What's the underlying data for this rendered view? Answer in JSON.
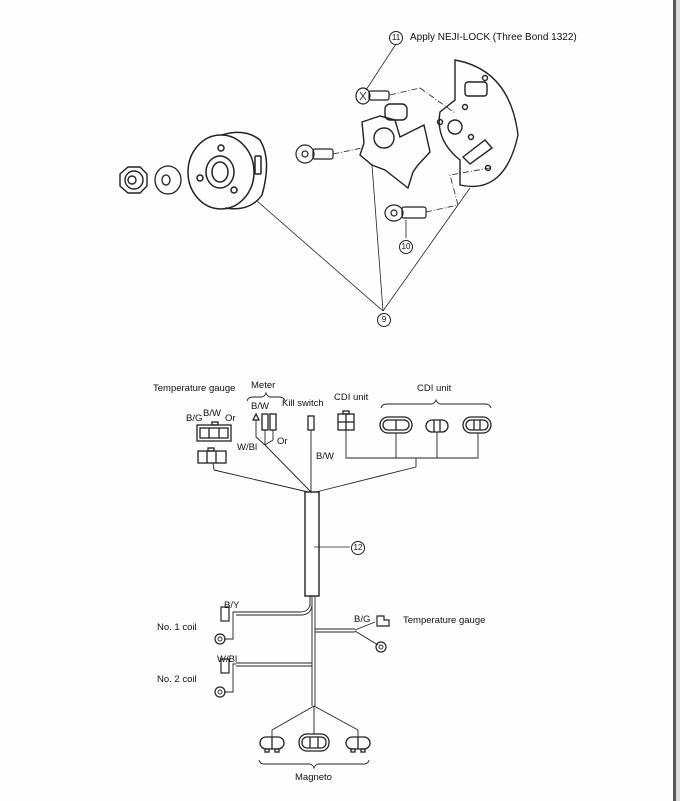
{
  "exploded_view": {
    "note_callout": "11",
    "note_text": "Apply NEJI-LOCK (Three Bond 1322)",
    "callout_10": "10",
    "callout_9": "9"
  },
  "wiring_diagram": {
    "labels": {
      "temperature_gauge_top": "Temperature gauge",
      "meter": "Meter",
      "kill_switch": "Kill switch",
      "cdi_unit_single": "CDI unit",
      "cdi_unit_group": "CDI unit",
      "no1_coil": "No. 1 coil",
      "no2_coil": "No. 2 coil",
      "temperature_gauge_side": "Temperature gauge",
      "magneto": "Magneto",
      "callout_12": "12"
    },
    "wire_colors": {
      "tg_bg": "B/G",
      "tg_bw": "B/W",
      "tg_or": "Or",
      "meter_bw": "B/W",
      "meter_wbl": "W/Bl",
      "meter_or": "Or",
      "kill_bw": "B/W",
      "coil1": "B/Y",
      "coil2": "W/Bl",
      "side_tg": "B/G"
    }
  }
}
